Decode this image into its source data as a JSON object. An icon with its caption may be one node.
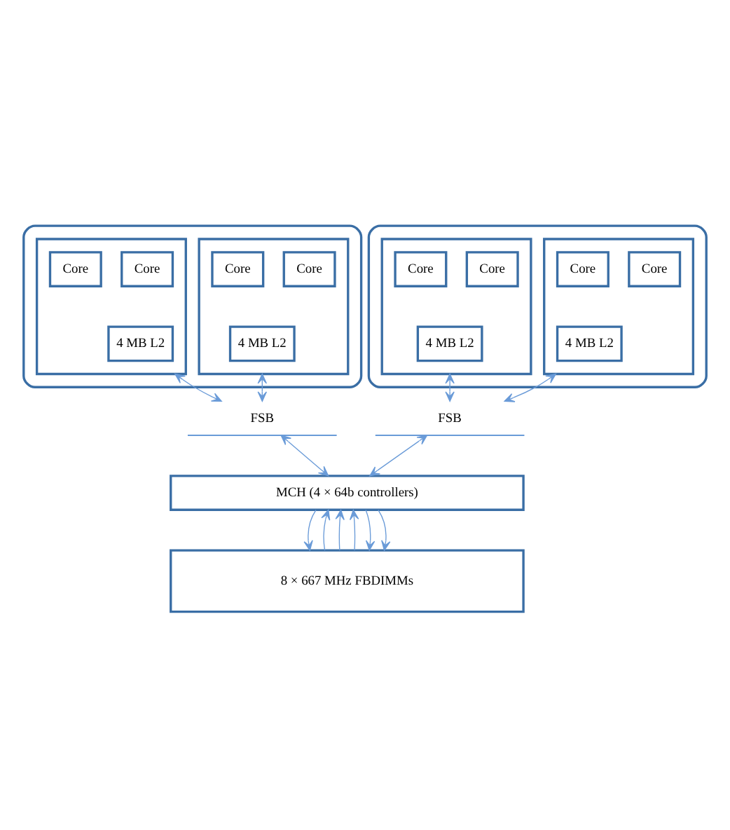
{
  "diagram": {
    "nodes": [
      {
        "text": [],
        "shape": "box"
      },
      {
        "text": [],
        "shape": "box",
        "in": 0
      },
      {
        "text": [
          "Core"
        ],
        "in": 1
      },
      {
        "text": [
          "Core"
        ],
        "in": 1
      },
      {
        "text": [
          "4 MB L2"
        ],
        "in": 1
      },
      {
        "text": [],
        "shape": "box",
        "in": 0
      },
      {
        "text": [
          "Core"
        ],
        "in": 5
      },
      {
        "text": [
          "Core"
        ],
        "in": 5
      },
      {
        "text": [
          "4 MB L2"
        ],
        "in": 5
      },
      {
        "text": [],
        "shape": "box"
      },
      {
        "text": [],
        "shape": "box",
        "in": 9
      },
      {
        "text": [
          "Core"
        ],
        "in": 10
      },
      {
        "text": [
          "Core"
        ],
        "in": 10
      },
      {
        "text": [
          "4 MB L2"
        ],
        "in": 10
      },
      {
        "text": [],
        "shape": "box",
        "in": 9
      },
      {
        "text": [
          "Core"
        ],
        "in": 14
      },
      {
        "text": [
          "Core"
        ],
        "in": 14
      },
      {
        "text": [
          "4 MB L2"
        ],
        "in": 14
      },
      {
        "text": [
          "FSB"
        ]
      },
      {
        "text": [
          "FSB"
        ]
      },
      {
        "text": [
          "MCH (4 × 64b controllers)"
        ]
      },
      {
        "text": [
          "8 × 667 MHz FBDIMMs"
        ]
      }
    ],
    "edges": [
      {
        "from": 1,
        "to": 18,
        "arrow": "both"
      },
      {
        "from": 5,
        "to": 18,
        "arrow": "both"
      },
      {
        "from": 10,
        "to": 19,
        "arrow": "both"
      },
      {
        "from": 14,
        "to": 19,
        "arrow": "both"
      },
      {
        "from": 18,
        "to": 20,
        "arrow": "both"
      },
      {
        "from": 19,
        "to": 20,
        "arrow": "both"
      },
      {
        "from": 21,
        "to": 20,
        "arrow": "to"
      },
      {
        "from": 21,
        "to": 20,
        "arrow": "to"
      },
      {
        "from": 21,
        "to": 20,
        "arrow": "to"
      },
      {
        "from": 20,
        "to": 21,
        "arrow": "to"
      },
      {
        "from": 20,
        "to": 21,
        "arrow": "to"
      },
      {
        "from": 20,
        "to": 21,
        "arrow": "to"
      }
    ]
  }
}
